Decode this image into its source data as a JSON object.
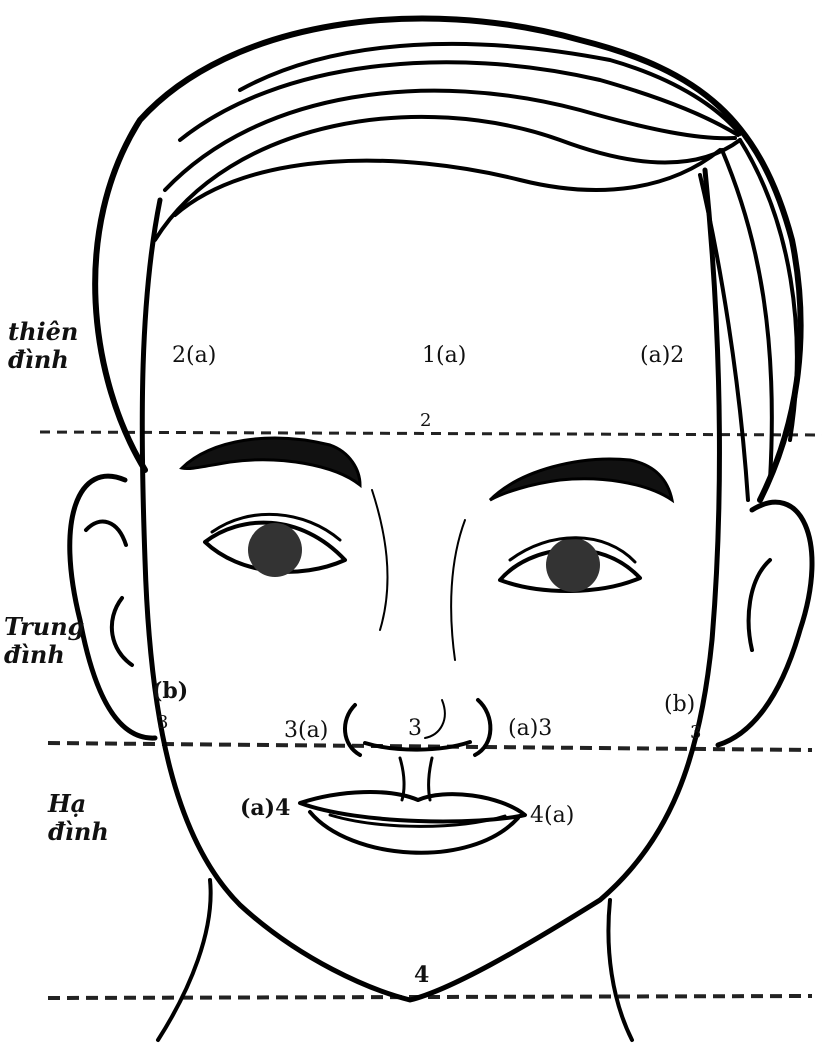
{
  "zones": {
    "upper": [
      "thiên",
      "đình"
    ],
    "middle": [
      "Trung",
      "đình"
    ],
    "lower": [
      "Hạ",
      "đình"
    ]
  },
  "points": {
    "forehead_left": "2(a)",
    "forehead_center": "1(a)",
    "forehead_right": "(a)2",
    "brow_line": "2",
    "cheek_left": "(b)",
    "cheek_right": "(b)",
    "ear_left_3": "3",
    "ear_right_3": "3",
    "nose_left": "3(a)",
    "nose_center": "3",
    "nose_right": "(a)3",
    "mouth_left": "(a)4",
    "mouth_right": "4(a)",
    "chin": "4"
  }
}
